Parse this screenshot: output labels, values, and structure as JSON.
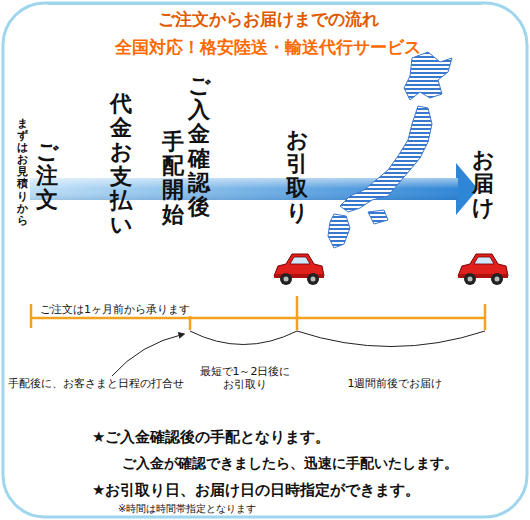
{
  "diagram": {
    "title": "ご注文からお届けまでの流れ",
    "labels": [
      "全国対応！格安陸送・輸送代行サービス",
      "まずはお見積りから",
      "ご注文",
      "代金お支払い",
      "手配開始",
      "ご入金確認後",
      "お引取り",
      "お届け",
      "ご注文は1ヶ月前から承ります",
      "手配後に、お客さまと日程の打合せ",
      "最短で1～2日後にお引取り",
      "1週間前後でお届け",
      "★ご入金確認後の手配となります。",
      "ご入金が確認できましたら、迅速に手配いたします。",
      "★お引取り日、お届け日の日時指定ができます。",
      "※時間は時間帯指定となります"
    ]
  }
}
